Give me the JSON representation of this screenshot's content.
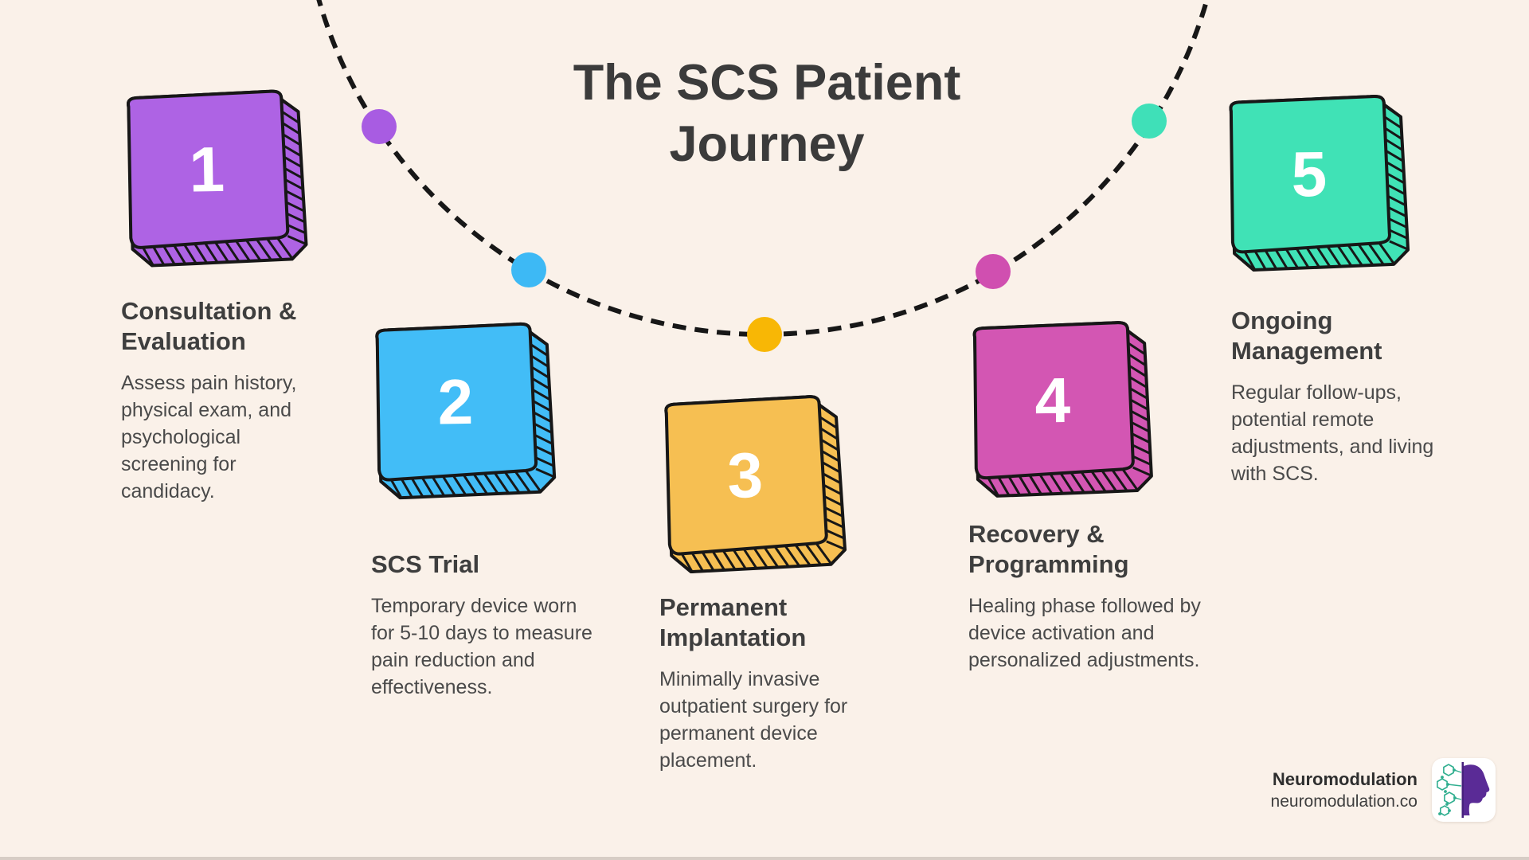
{
  "title": "The SCS Patient Journey",
  "background_color": "#faf1e9",
  "outline_color": "#171717",
  "title_color": "#3b3b3b",
  "heading_color": "#3e3e3e",
  "body_color": "#4a4a4a",
  "number_color": "#ffffff",
  "steps": [
    {
      "number": "1",
      "heading": "Consultation & Evaluation",
      "body": "Assess pain history, physical exam, and psychological screening for candidacy.",
      "color": "#ae63e4",
      "dot_color": "#a85ce2"
    },
    {
      "number": "2",
      "heading": "SCS Trial",
      "body": "Temporary device worn for 5-10 days to measure pain reduction and effectiveness.",
      "color": "#42bdf7",
      "dot_color": "#3db9f5"
    },
    {
      "number": "3",
      "heading": "Permanent Implantation",
      "body": "Minimally invasive outpatient surgery for permanent device placement.",
      "color": "#f6bf52",
      "dot_color": "#f8b705"
    },
    {
      "number": "4",
      "heading": "Recovery & Programming",
      "body": "Healing phase followed by device activation and personalized adjustments.",
      "color": "#d356b3",
      "dot_color": "#d04fb0"
    },
    {
      "number": "5",
      "heading": "Ongoing Management",
      "body": "Regular follow-ups, potential remote adjustments, and living with SCS.",
      "color": "#40e2b6",
      "dot_color": "#3fe0b8"
    }
  ],
  "brand": {
    "name": "Neuromodulation",
    "url": "neuromodulation.co"
  },
  "logo": {
    "background": "#ffffff",
    "head_color": "#5a2b96",
    "stem_color": "#47217d",
    "molecule_color": "#2fae8f"
  }
}
